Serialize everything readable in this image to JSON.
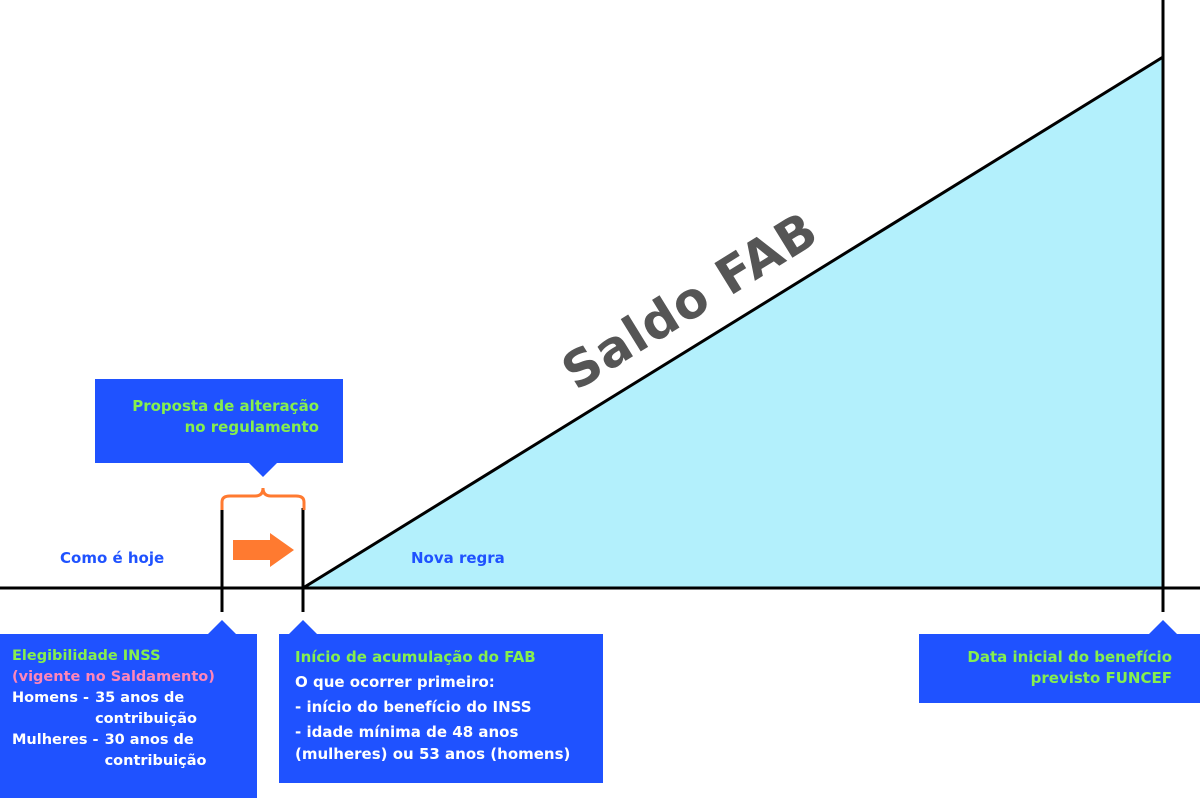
{
  "diagram": {
    "title": "Saldo FAB",
    "left_label": "Como é hoje",
    "right_label": "Nova regra",
    "proposal": {
      "line1": "Proposta de alteração",
      "line2": "no regulamento"
    },
    "eligibility": {
      "title": "Elegibilidade INSS",
      "subtitle": "(vigente no Saldamento)",
      "men_label": "Homens -",
      "men_value": "35 anos de contribuição",
      "women_label": "Mulheres -",
      "women_value": "30 anos de contribuição"
    },
    "start": {
      "title": "Início de acumulação do FAB",
      "intro": "O que ocorrer primeiro:",
      "item1": "- início do benefício do INSS",
      "item2": "- idade mínima de 48 anos (mulheres) ou 53 anos (homens)"
    },
    "end": {
      "line1": "Data inicial do benefício",
      "line2": "previsto FUNCEF"
    },
    "colors": {
      "box": "#1f52ff",
      "accent_green": "#86ef4e",
      "pink": "#ff86b8",
      "orange": "#ff7a30",
      "area": "#b3f0fc"
    }
  }
}
